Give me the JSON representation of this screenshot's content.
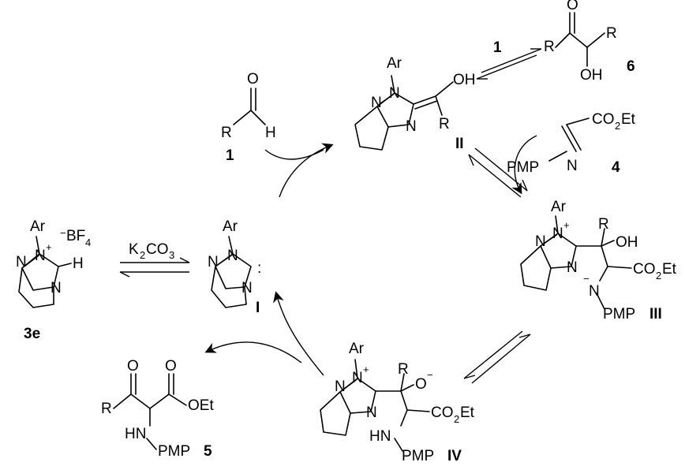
{
  "labels": {
    "c3e": "3e",
    "cI": "I",
    "cII": "II",
    "cIII": "III",
    "cIV": "IV",
    "c1a": "1",
    "c1b": "1",
    "c4": "4",
    "c5": "5",
    "c6": "6"
  },
  "atoms": {
    "ar": "Ar",
    "n": "N",
    "nplus": "N",
    "plus": "+",
    "minus": "−",
    "h": "H",
    "o": "O",
    "oh": "OH",
    "r": "R",
    "et": "Et",
    "co2et_a": "CO",
    "co2et_b": "2",
    "co2et_c": "Et",
    "pmp": "PMP",
    "hn": "HN",
    "oet": "OEt",
    "bf4_a": "BF",
    "bf4_b": "4",
    "colon": ":"
  },
  "reagent": {
    "k2co3_a": "K",
    "k2co3_b": "2",
    "k2co3_c": "CO",
    "k2co3_d": "3"
  }
}
